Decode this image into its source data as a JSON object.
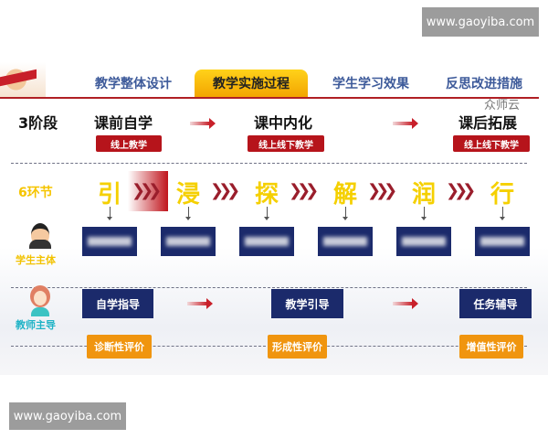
{
  "watermarks": {
    "top": "www.gaoyiba.com",
    "bottom": "www.gaoyiba.com",
    "corner": "众师云"
  },
  "tabs": [
    {
      "label": "教学整体设计"
    },
    {
      "label": "教学实施过程",
      "active": true
    },
    {
      "label": "学生学习效果"
    },
    {
      "label": "反思改进措施"
    }
  ],
  "stages": {
    "label": "3阶段",
    "items": [
      {
        "title": "课前自学",
        "badge": "线上教学"
      },
      {
        "title": "课中内化",
        "badge": "线上线下教学"
      },
      {
        "title": "课后拓展",
        "badge": "线上线下教学"
      }
    ]
  },
  "steps": {
    "label": "6环节",
    "items": [
      "引",
      "浸",
      "探",
      "解",
      "润",
      "行"
    ]
  },
  "student": {
    "label": "学生主体"
  },
  "teacher": {
    "label": "教师主导",
    "items": [
      "自学指导",
      "教学引导",
      "任务辅导"
    ]
  },
  "evaluation": {
    "items": [
      "诊断性评价",
      "形成性评价",
      "增值性评价"
    ]
  }
}
